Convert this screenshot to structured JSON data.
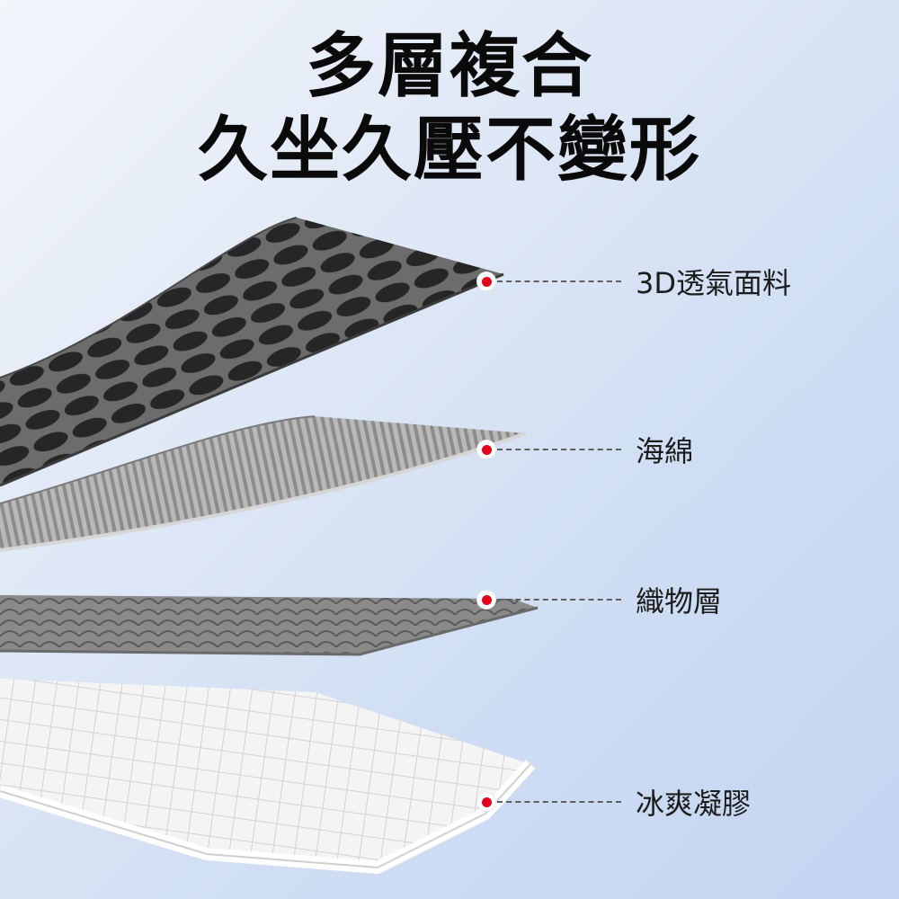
{
  "headline": {
    "line1": "多層複合",
    "line2": "久坐久壓不變形"
  },
  "layers": [
    {
      "label": "3D透氣面料",
      "color": "#3a3a3a"
    },
    {
      "label": "海綿",
      "color": "#9a9a9a"
    },
    {
      "label": "織物層",
      "color": "#7d7d7d"
    },
    {
      "label": "冰爽凝膠",
      "color": "#ededed"
    }
  ],
  "marker": {
    "dot_color": "#e3001b"
  }
}
